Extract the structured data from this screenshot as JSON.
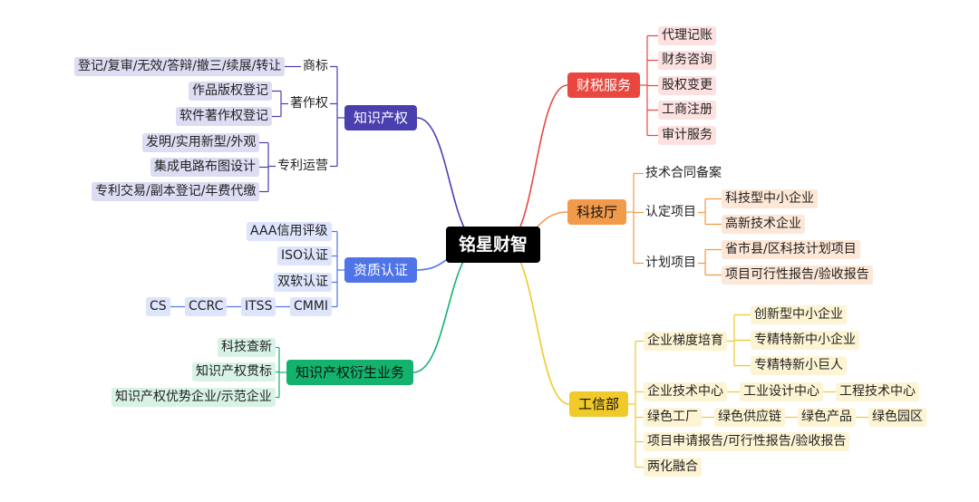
{
  "root": {
    "label": "铭星财智"
  },
  "colors": {
    "root_bg": "#000000",
    "purple": "#4a3fae",
    "purple_light": "#dcdcf3",
    "blue": "#4f74e8",
    "blue_light": "#dde4fb",
    "green": "#13b36d",
    "green_light": "#d8f3e6",
    "red": "#e8463f",
    "red_light": "#fde1e1",
    "orange": "#f09a4a",
    "orange_light": "#fde7d6",
    "yellow": "#f0c92a",
    "yellow_light": "#fdf4d4"
  },
  "branches": [
    {
      "id": "zscq",
      "label": "知识产权",
      "color": "purple",
      "side": "left",
      "children": [
        {
          "label": "商标",
          "plain": true,
          "children": [
            {
              "label": "登记/复审/无效/答辩/撤三/续展/转让"
            }
          ]
        },
        {
          "label": "著作权",
          "plain": true,
          "children": [
            {
              "label": "作品版权登记"
            },
            {
              "label": "软件著作权登记"
            }
          ]
        },
        {
          "label": "专利运营",
          "plain": true,
          "children": [
            {
              "label": "发明/实用新型/外观"
            },
            {
              "label": "集成电路布图设计"
            },
            {
              "label": "专利交易/副本登记/年费代缴"
            }
          ]
        }
      ]
    },
    {
      "id": "zzrz",
      "label": "资质认证",
      "color": "blue",
      "side": "left",
      "children": [
        {
          "label": "AAA信用评级"
        },
        {
          "label": "ISO认证"
        },
        {
          "label": "双软认证"
        },
        {
          "label": "CMMI",
          "chain": [
            "ITSS",
            "CCRC",
            "CS"
          ]
        }
      ]
    },
    {
      "id": "yswu",
      "label": "知识产权衍生业务",
      "color": "green",
      "side": "left",
      "children": [
        {
          "label": "科技查新"
        },
        {
          "label": "知识产权贯标"
        },
        {
          "label": "知识产权优势企业/示范企业"
        }
      ]
    },
    {
      "id": "csfw",
      "label": "财税服务",
      "color": "red",
      "side": "right",
      "children": [
        {
          "label": "代理记账"
        },
        {
          "label": "财务咨询"
        },
        {
          "label": "股权变更"
        },
        {
          "label": "工商注册"
        },
        {
          "label": "审计服务"
        }
      ]
    },
    {
      "id": "kjt",
      "label": "科技厅",
      "color": "orange",
      "side": "right",
      "children": [
        {
          "label": "技术合同备案",
          "plain": true
        },
        {
          "label": "认定项目",
          "plain": true,
          "children": [
            {
              "label": "科技型中小企业"
            },
            {
              "label": "高新技术企业"
            }
          ]
        },
        {
          "label": "计划项目",
          "plain": true,
          "children": [
            {
              "label": "省市县/区科技计划项目"
            },
            {
              "label": "项目可行性报告/验收报告"
            }
          ]
        }
      ]
    },
    {
      "id": "gxb",
      "label": "工信部",
      "color": "yellow",
      "side": "right",
      "children": [
        {
          "label": "企业梯度培育",
          "children": [
            {
              "label": "创新型中小企业"
            },
            {
              "label": "专精特新中小企业"
            },
            {
              "label": "专精特新小巨人"
            }
          ]
        },
        {
          "label": "企业技术中心",
          "chain": [
            "工业设计中心",
            "工程技术中心"
          ]
        },
        {
          "label": "绿色工厂",
          "chain": [
            "绿色供应链",
            "绿色产品",
            "绿色园区"
          ]
        },
        {
          "label": "项目申请报告/可行性报告/验收报告"
        },
        {
          "label": "两化融合"
        }
      ]
    }
  ]
}
